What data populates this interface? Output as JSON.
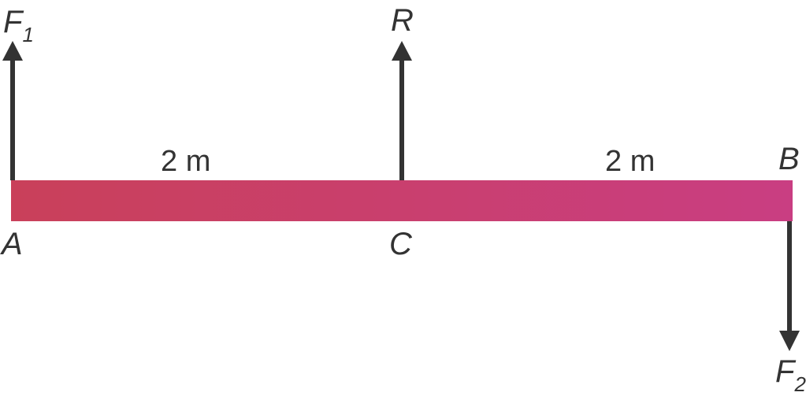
{
  "forces": {
    "f1": {
      "symbol": "F",
      "subscript": "1",
      "direction": "up"
    },
    "r": {
      "symbol": "R",
      "direction": "up"
    },
    "f2": {
      "symbol": "F",
      "subscript": "2",
      "direction": "down"
    }
  },
  "points": {
    "a": "A",
    "b": "B",
    "c": "C"
  },
  "dimensions": {
    "ac": "2 m",
    "cb": "2 m"
  },
  "colors": {
    "beam_start": "#c9405a",
    "beam_end": "#c93e82",
    "arrow": "#333333"
  }
}
